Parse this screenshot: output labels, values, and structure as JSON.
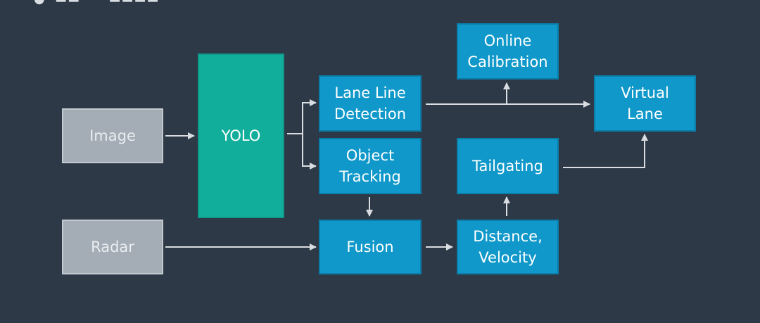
{
  "diagram": {
    "nodes": {
      "image": "Image",
      "radar": "Radar",
      "yolo": "YOLO",
      "lane_line_detection": "Lane Line\nDetection",
      "object_tracking": "Object\nTracking",
      "fusion": "Fusion",
      "online_calibration": "Online\nCalibration",
      "tailgating": "Tailgating",
      "distance_velocity": "Distance,\nVelocity",
      "virtual_lane": "Virtual\nLane"
    },
    "edges": [
      [
        "image",
        "yolo"
      ],
      [
        "yolo",
        "lane_line_detection"
      ],
      [
        "yolo",
        "object_tracking"
      ],
      [
        "lane_line_detection",
        "online_calibration"
      ],
      [
        "lane_line_detection",
        "virtual_lane"
      ],
      [
        "object_tracking",
        "fusion"
      ],
      [
        "radar",
        "fusion"
      ],
      [
        "fusion",
        "distance_velocity"
      ],
      [
        "distance_velocity",
        "tailgating"
      ],
      [
        "tailgating",
        "virtual_lane"
      ]
    ],
    "colors": {
      "background": "#2d3946",
      "input_box": "#a4adb6",
      "model_box": "#12ae9c",
      "process_box": "#0f98c9",
      "arrow": "#d9dde1"
    }
  }
}
